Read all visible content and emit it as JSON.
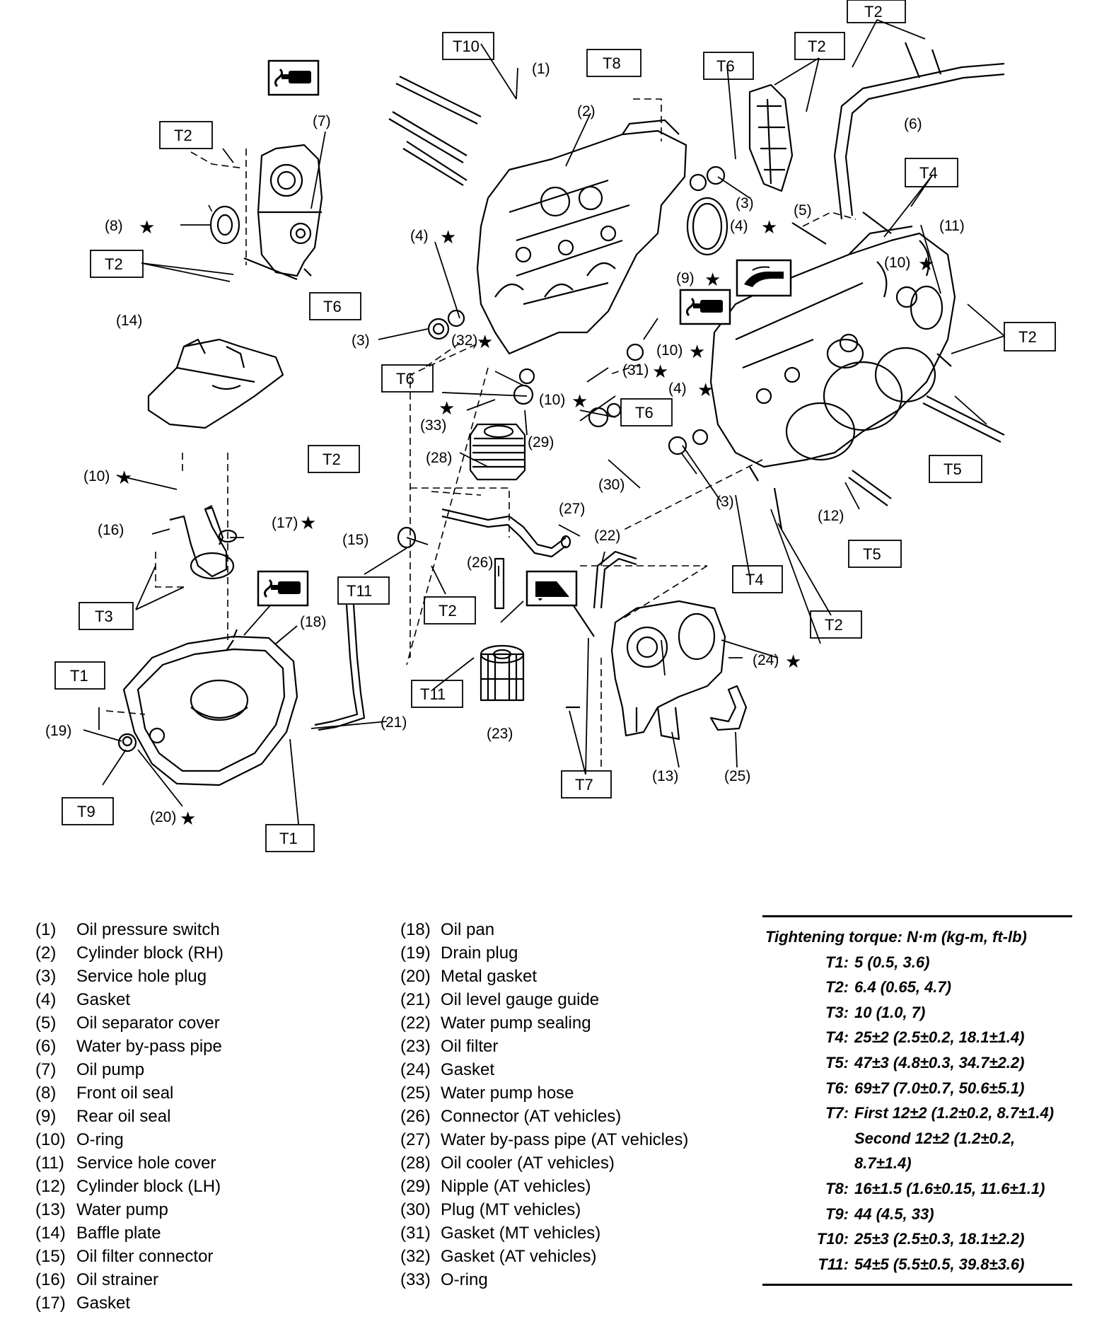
{
  "callouts": {
    "c1": "(1)",
    "c2": "(2)",
    "c3a": "(3)",
    "c3b": "(3)",
    "c3c": "(3)",
    "c4a": "(4)",
    "c4b": "(4)",
    "c4c": "(4)",
    "c5": "(5)",
    "c6": "(6)",
    "c7": "(7)",
    "c8": "(8)",
    "c9": "(9)",
    "c10a": "(10)",
    "c10b": "(10)",
    "c10c": "(10)",
    "c10d": "(10)",
    "c11": "(11)",
    "c12": "(12)",
    "c13": "(13)",
    "c14": "(14)",
    "c15": "(15)",
    "c16": "(16)",
    "c17": "(17)",
    "c18": "(18)",
    "c19": "(19)",
    "c20": "(20)",
    "c21": "(21)",
    "c22": "(22)",
    "c23": "(23)",
    "c24": "(24)",
    "c25": "(25)",
    "c26": "(26)",
    "c27": "(27)",
    "c28": "(28)",
    "c29": "(29)",
    "c30": "(30)",
    "c31": "(31)",
    "c32": "(32)",
    "c33": "(33)"
  },
  "torque_boxes": {
    "t1": "T1",
    "t2": "T2",
    "t3": "T3",
    "t4": "T4",
    "t5": "T5",
    "t6": "T6",
    "t7": "T7",
    "t8": "T8",
    "t9": "T9",
    "t10": "T10",
    "t11": "T11"
  },
  "star_symbol": "★",
  "parts_list": [
    {
      "num": "(1)",
      "name": "Oil pressure switch"
    },
    {
      "num": "(2)",
      "name": "Cylinder block (RH)"
    },
    {
      "num": "(3)",
      "name": "Service hole plug"
    },
    {
      "num": "(4)",
      "name": "Gasket"
    },
    {
      "num": "(5)",
      "name": "Oil separator cover"
    },
    {
      "num": "(6)",
      "name": "Water by-pass pipe"
    },
    {
      "num": "(7)",
      "name": "Oil pump"
    },
    {
      "num": "(8)",
      "name": "Front oil seal"
    },
    {
      "num": "(9)",
      "name": "Rear oil seal"
    },
    {
      "num": "(10)",
      "name": "O-ring"
    },
    {
      "num": "(11)",
      "name": "Service hole cover"
    },
    {
      "num": "(12)",
      "name": "Cylinder block (LH)"
    },
    {
      "num": "(13)",
      "name": "Water pump"
    },
    {
      "num": "(14)",
      "name": "Baffle plate"
    },
    {
      "num": "(15)",
      "name": "Oil filter connector"
    },
    {
      "num": "(16)",
      "name": "Oil strainer"
    },
    {
      "num": "(17)",
      "name": "Gasket"
    },
    {
      "num": "(18)",
      "name": "Oil pan"
    },
    {
      "num": "(19)",
      "name": "Drain plug"
    },
    {
      "num": "(20)",
      "name": "Metal gasket"
    },
    {
      "num": "(21)",
      "name": "Oil level gauge guide"
    },
    {
      "num": "(22)",
      "name": "Water pump sealing"
    },
    {
      "num": "(23)",
      "name": "Oil filter"
    },
    {
      "num": "(24)",
      "name": "Gasket"
    },
    {
      "num": "(25)",
      "name": "Water pump hose"
    },
    {
      "num": "(26)",
      "name": "Connector (AT vehicles)"
    },
    {
      "num": "(27)",
      "name": "Water by-pass pipe (AT vehicles)"
    },
    {
      "num": "(28)",
      "name": "Oil cooler (AT vehicles)"
    },
    {
      "num": "(29)",
      "name": "Nipple (AT vehicles)"
    },
    {
      "num": "(30)",
      "name": "Plug (MT vehicles)"
    },
    {
      "num": "(31)",
      "name": "Gasket (MT vehicles)"
    },
    {
      "num": "(32)",
      "name": "Gasket (AT vehicles)"
    },
    {
      "num": "(33)",
      "name": "O-ring"
    }
  ],
  "torque_table": {
    "heading": "Tightening torque: N·m (kg-m, ft-lb)",
    "rows": [
      {
        "key": "T1:",
        "value": "5 (0.5, 3.6)"
      },
      {
        "key": "T2:",
        "value": "6.4 (0.65, 4.7)"
      },
      {
        "key": "T3:",
        "value": "10 (1.0, 7)"
      },
      {
        "key": "T4:",
        "value": "25±2 (2.5±0.2, 18.1±1.4)"
      },
      {
        "key": "T5:",
        "value": "47±3 (4.8±0.3, 34.7±2.2)"
      },
      {
        "key": "T6:",
        "value": "69±7 (7.0±0.7, 50.6±5.1)"
      },
      {
        "key": "T7:",
        "value": "First 12±2 (1.2±0.2, 8.7±1.4)",
        "cont": [
          "Second 12±2 (1.2±0.2,",
          "8.7±1.4)"
        ]
      },
      {
        "key": "T8:",
        "value": "16±1.5 (1.6±0.15, 11.6±1.1)"
      },
      {
        "key": "T9:",
        "value": "44 (4.5, 33)"
      },
      {
        "key": "T10:",
        "value": "25±3 (2.5±0.3, 18.1±2.2)"
      },
      {
        "key": "T11:",
        "value": "54±5 (5.5±0.5, 39.8±3.6)"
      }
    ]
  }
}
